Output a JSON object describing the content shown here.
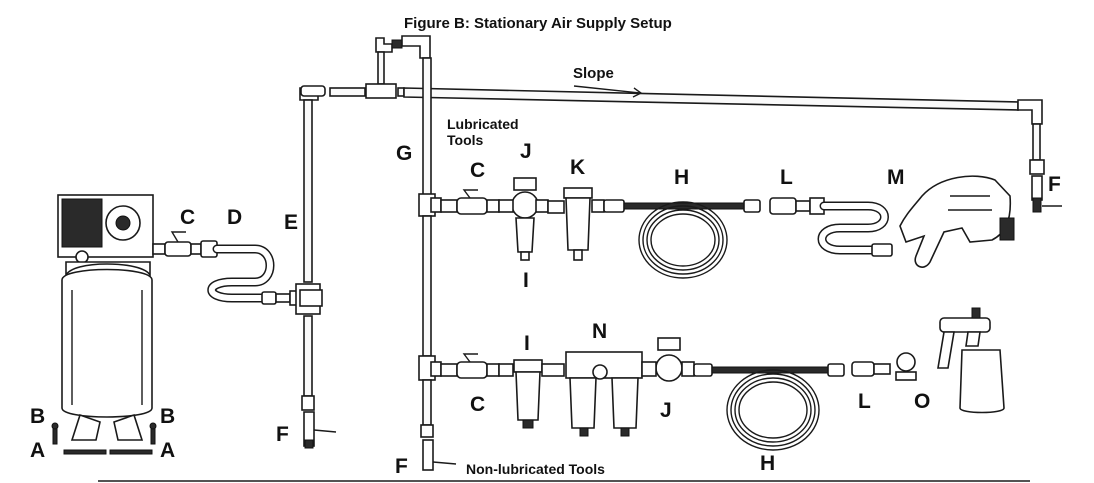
{
  "figure": {
    "title": "Figure B:  Stationary Air Supply Setup",
    "slope_label": "Slope",
    "lubricated_caption_line1": "Lubricated",
    "lubricated_caption_line2": "Tools",
    "nonlubricated_caption": "Non-lubricated Tools"
  },
  "callouts": {
    "A": "A",
    "B": "B",
    "C": "C",
    "D": "D",
    "E": "E",
    "F": "F",
    "G": "G",
    "H": "H",
    "I": "I",
    "J": "J",
    "K": "K",
    "L": "L",
    "M": "M",
    "N": "N",
    "O": "O"
  },
  "icons": [
    "air-compressor-icon",
    "impact-wrench-icon",
    "spray-gun-icon",
    "filter-icon",
    "regulator-icon",
    "lubricator-icon",
    "hose-reel-icon",
    "drain-valve-icon",
    "shutoff-valve-icon"
  ]
}
